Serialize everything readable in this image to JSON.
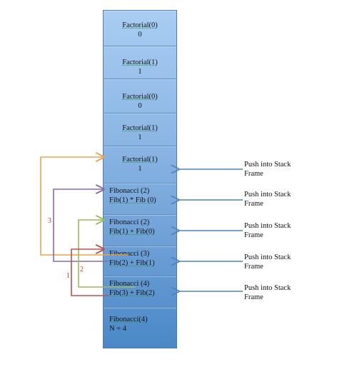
{
  "frames": [
    {
      "line1": "Factorial(0)",
      "line2": "0"
    },
    {
      "line1": "Factorial(1)",
      "line2": "1"
    },
    {
      "line1": "Factorial(0)",
      "line2": "0"
    },
    {
      "line1": "Factorial(1)",
      "line2": "1"
    },
    {
      "line1": "Factorial(1)",
      "line2": "1"
    },
    {
      "line1": "Fibonacci (2)",
      "line2": "Fib(1) * Fib (0)"
    },
    {
      "line1": "Fibonacci (2)",
      "line2": "Fib(1) + Fib(0)"
    },
    {
      "line1": "Fibonacci (3)",
      "line2": "Fib(2) + Fib(1)"
    },
    {
      "line1": "Fibonacci (4)",
      "line2": "Fib(3) + Fib(2)"
    },
    {
      "line1": "Fibonacci(4)",
      "line2": "N = 4"
    }
  ],
  "push_labels": [
    {
      "line1": "Push into Stack",
      "line2": "Frame"
    },
    {
      "line1": "Push into Stack",
      "line2": "Frame"
    },
    {
      "line1": "Push into Stack",
      "line2": "Frame"
    },
    {
      "line1": "Push into Stack",
      "line2": "Frame"
    },
    {
      "line1": "Push into Stack",
      "line2": "Frame"
    }
  ],
  "call_numbers": [
    "3",
    "1",
    "2"
  ],
  "colors": {
    "orange": "#f0a050",
    "purple": "#8a6aa8",
    "green": "#9bbb59",
    "red": "#c0504d",
    "blue": "#4f81bd"
  }
}
